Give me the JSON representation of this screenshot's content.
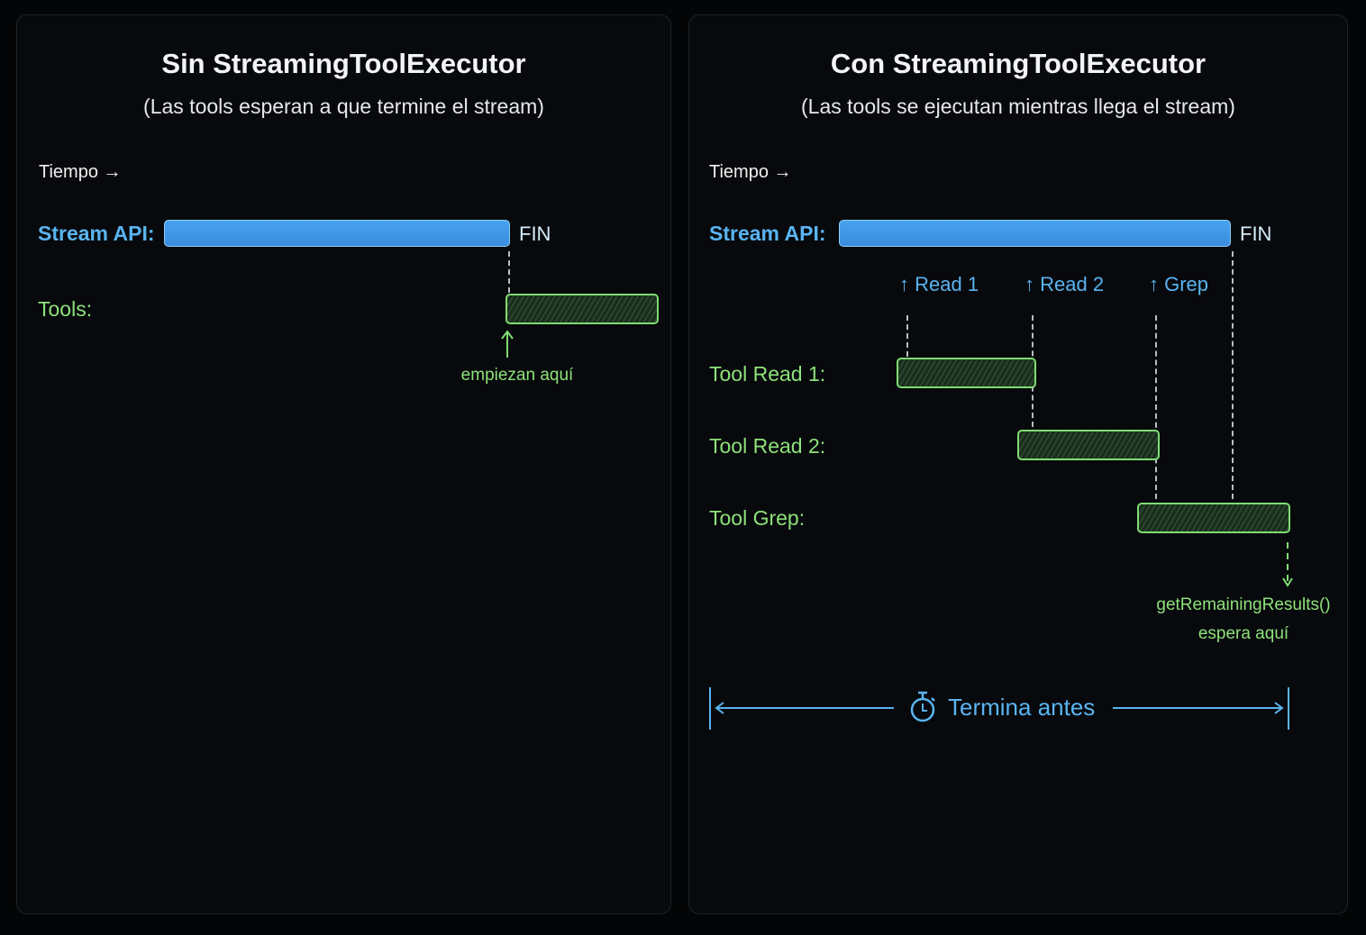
{
  "left_panel": {
    "title": "Sin StreamingToolExecutor",
    "subtitle": "(Las tools esperan a que termine el stream)",
    "axis_label": "Tiempo →",
    "stream_label": "Stream API:",
    "stream_end_label": "FIN",
    "tools_label": "Tools:",
    "tools_annotation": "empiezan aquí"
  },
  "right_panel": {
    "title": "Con StreamingToolExecutor",
    "subtitle": "(Las tools se ejecutan mientras llega el stream)",
    "axis_label": "Tiempo →",
    "stream_label": "Stream API:",
    "stream_end_label": "FIN",
    "markers": [
      "↑ Read 1",
      "↑ Read 2",
      "↑ Grep"
    ],
    "tool_rows": [
      {
        "label": "Tool Read 1:"
      },
      {
        "label": "Tool Read 2:"
      },
      {
        "label": "Tool Grep:"
      }
    ],
    "wait_annotation_line1": "getRemainingResults()",
    "wait_annotation_line2": "espera aquí",
    "savings_label": "Termina antes",
    "savings_icon": "stopwatch-icon"
  },
  "colors": {
    "stream_blue": "#3a8de0",
    "label_blue": "#5ab4f0",
    "tool_green": "#7fdc74",
    "background": "#040506"
  },
  "chart_data": {
    "type": "gantt",
    "charts": [
      {
        "title": "Sin StreamingToolExecutor",
        "rows": [
          {
            "name": "Stream API",
            "start": 0,
            "end": 100
          },
          {
            "name": "Tools",
            "start": 100,
            "end": 144
          }
        ]
      },
      {
        "title": "Con StreamingToolExecutor",
        "rows": [
          {
            "name": "Stream API",
            "start": 0,
            "end": 100
          },
          {
            "name": "Tool Read 1",
            "start": 15,
            "end": 51
          },
          {
            "name": "Tool Read 2",
            "start": 46,
            "end": 82
          },
          {
            "name": "Tool Grep",
            "start": 76,
            "end": 115
          }
        ],
        "markers": [
          {
            "label": "Read 1",
            "x": 17
          },
          {
            "label": "Read 2",
            "x": 49
          },
          {
            "label": "Grep",
            "x": 81
          }
        ]
      }
    ]
  }
}
